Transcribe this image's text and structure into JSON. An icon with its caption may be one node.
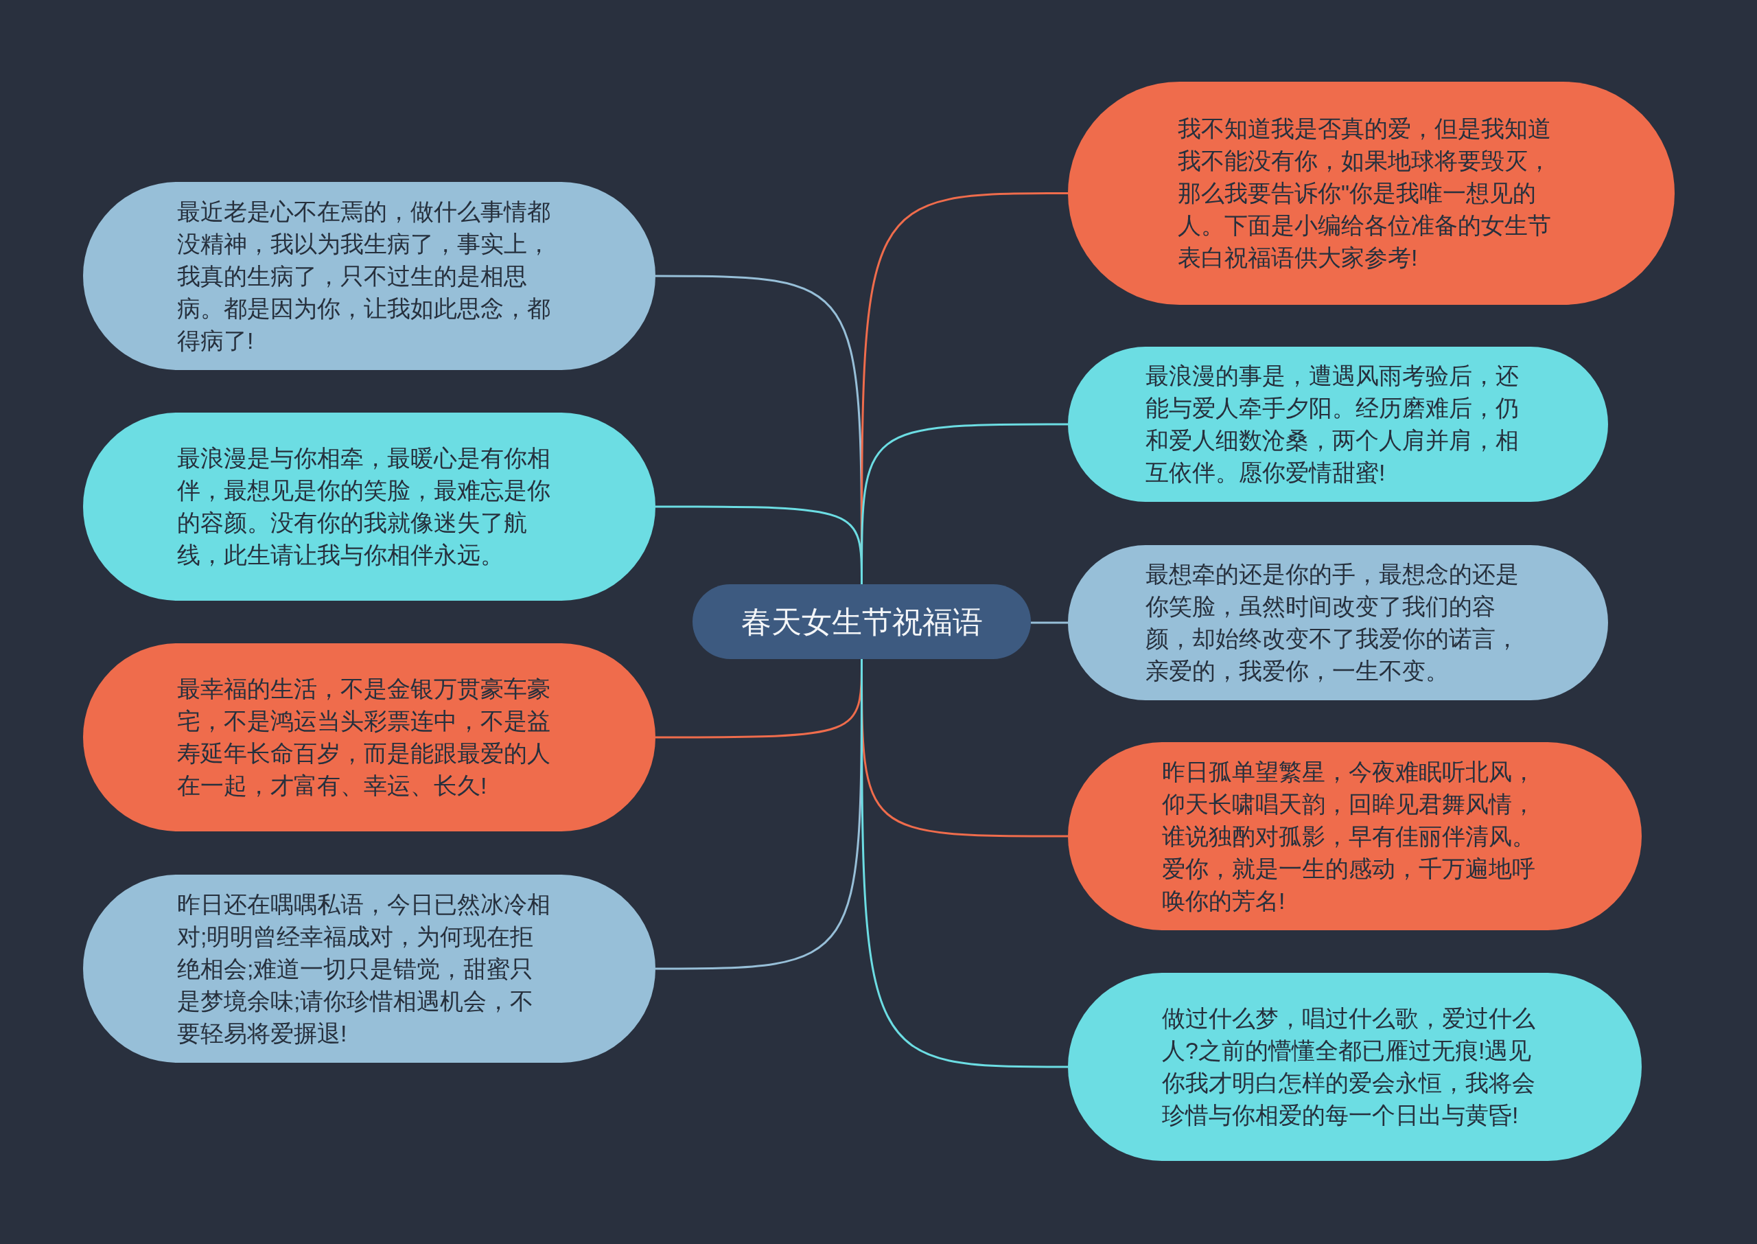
{
  "diagram": {
    "nodes": [
      {
        "text": [
          "春天女生节祝福语"
        ]
      },
      {
        "text": [
          "最近老是心不在焉的，做什么事情都没精神，我以为我生病了，事实上，我真的生病了，只不过生的是相思病。都是因为你，让我如此思念，都得病了!"
        ]
      },
      {
        "text": [
          "最浪漫是与你相牵，最暖心是有你相伴，最想见是你的笑脸，最难忘是你的容颜。没有你的我就像迷失了航线，此生请让我与你相伴永远。"
        ]
      },
      {
        "text": [
          "最幸福的生活，不是金银万贯豪车豪宅，不是鸿运当头彩票连中，不是益寿延年长命百岁，而是能跟最爱的人在一起，才富有、幸运、长久!"
        ]
      },
      {
        "text": [
          "昨日还在喁喁私语，今日已然冰冷相对;明明曾经幸福成对，为何现在拒绝相会;难道一切只是错觉，甜蜜只是梦境余味;请你珍惜相遇机会，不要轻易将爱摒退!"
        ]
      },
      {
        "text": [
          "我不知道我是否真的爱，但是我知道我不能没有你，如果地球将要毁灭，那么我要告诉你\"你是我唯一想见的人。下面是小编给各位准备的女生节表白祝福语供大家参考!"
        ]
      },
      {
        "text": [
          "最浪漫的事是，遭遇风雨考验后，还能与爱人牵手夕阳。经历磨难后，仍和爱人细数沧桑，两个人肩并肩，相互依伴。愿你爱情甜蜜!"
        ]
      },
      {
        "text": [
          "最想牵的还是你的手，最想念的还是你笑脸，虽然时间改变了我们的容颜，却始终改变不了我爱你的诺言，亲爱的，我爱你，一生不变。"
        ]
      },
      {
        "text": [
          "昨日孤单望繁星，今夜难眠听北风，仰天长啸唱天韵，回眸见君舞风情，谁说独酌对孤影，早有佳丽伴清风。爱你，就是一生的感动，千万遍地呼唤你的芳名!"
        ]
      },
      {
        "text": [
          "做过什么梦，唱过什么歌，爱过什么人?之前的懵懂全都已雁过无痕!遇见你我才明白怎样的爱会永恒，我将会珍惜与你相爱的每一个日出与黄昏!"
        ]
      }
    ],
    "edges": [
      {
        "from": 0,
        "to": 1,
        "arrow": "none",
        "color": "#97bfd8"
      },
      {
        "from": 0,
        "to": 2,
        "arrow": "none",
        "color": "#6cdde3"
      },
      {
        "from": 0,
        "to": 3,
        "arrow": "none",
        "color": "#ef6c4c"
      },
      {
        "from": 0,
        "to": 4,
        "arrow": "none",
        "color": "#97bfd8"
      },
      {
        "from": 0,
        "to": 5,
        "arrow": "none",
        "color": "#ef6c4c"
      },
      {
        "from": 0,
        "to": 6,
        "arrow": "none",
        "color": "#6cdde3"
      },
      {
        "from": 0,
        "to": 7,
        "arrow": "none",
        "color": "#97bfd8"
      },
      {
        "from": 0,
        "to": 8,
        "arrow": "none",
        "color": "#ef6c4c"
      },
      {
        "from": 0,
        "to": 9,
        "arrow": "none",
        "color": "#6cdde3"
      }
    ]
  }
}
